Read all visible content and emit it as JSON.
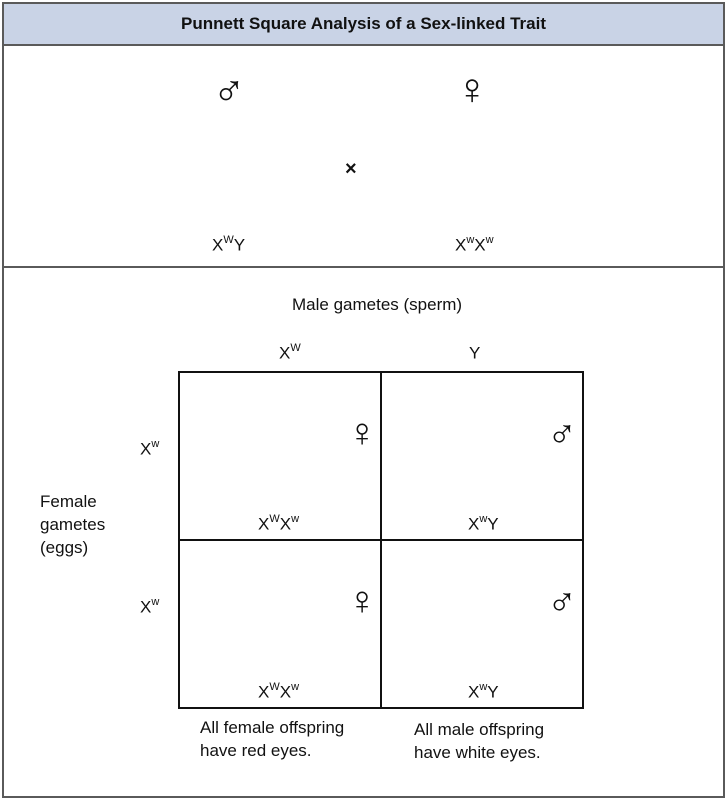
{
  "title": "Punnett Square Analysis of a Sex-linked Trait",
  "cross": {
    "male_symbol": "♂",
    "female_symbol": "♀",
    "cross_symbol": "×",
    "male_genotype": {
      "base1": "X",
      "sup1": "W",
      "base2": "Y",
      "sup2": ""
    },
    "female_genotype": {
      "base1": "X",
      "sup1": "w",
      "base2": "X",
      "sup2": "w"
    }
  },
  "punnett": {
    "male_gametes_label": "Male gametes (sperm)",
    "male_gametes": [
      {
        "base": "X",
        "sup": "W"
      },
      {
        "base": "Y",
        "sup": ""
      }
    ],
    "female_gametes_label": "Female\ngametes\n(eggs)",
    "female_gametes": [
      {
        "base": "X",
        "sup": "w"
      },
      {
        "base": "X",
        "sup": "w"
      }
    ],
    "cells": [
      {
        "symbol": "♀",
        "eye": "red",
        "genotype": {
          "base1": "X",
          "sup1": "W",
          "base2": "X",
          "sup2": "w"
        }
      },
      {
        "symbol": "♂",
        "eye": "white",
        "genotype": {
          "base1": "X",
          "sup1": "w",
          "base2": "Y",
          "sup2": ""
        }
      },
      {
        "symbol": "♀",
        "eye": "red",
        "genotype": {
          "base1": "X",
          "sup1": "W",
          "base2": "X",
          "sup2": "w"
        }
      },
      {
        "symbol": "♂",
        "eye": "white",
        "genotype": {
          "base1": "X",
          "sup1": "w",
          "base2": "Y",
          "sup2": ""
        }
      }
    ],
    "female_offspring_note": "All female offspring\nhave red eyes.",
    "male_offspring_note": "All male offspring\nhave white eyes."
  },
  "colors": {
    "title_background": "#c9d3e6",
    "red_eye": "#e8262c",
    "white_eye": "#ffffff",
    "border": "#5a5a5a"
  }
}
